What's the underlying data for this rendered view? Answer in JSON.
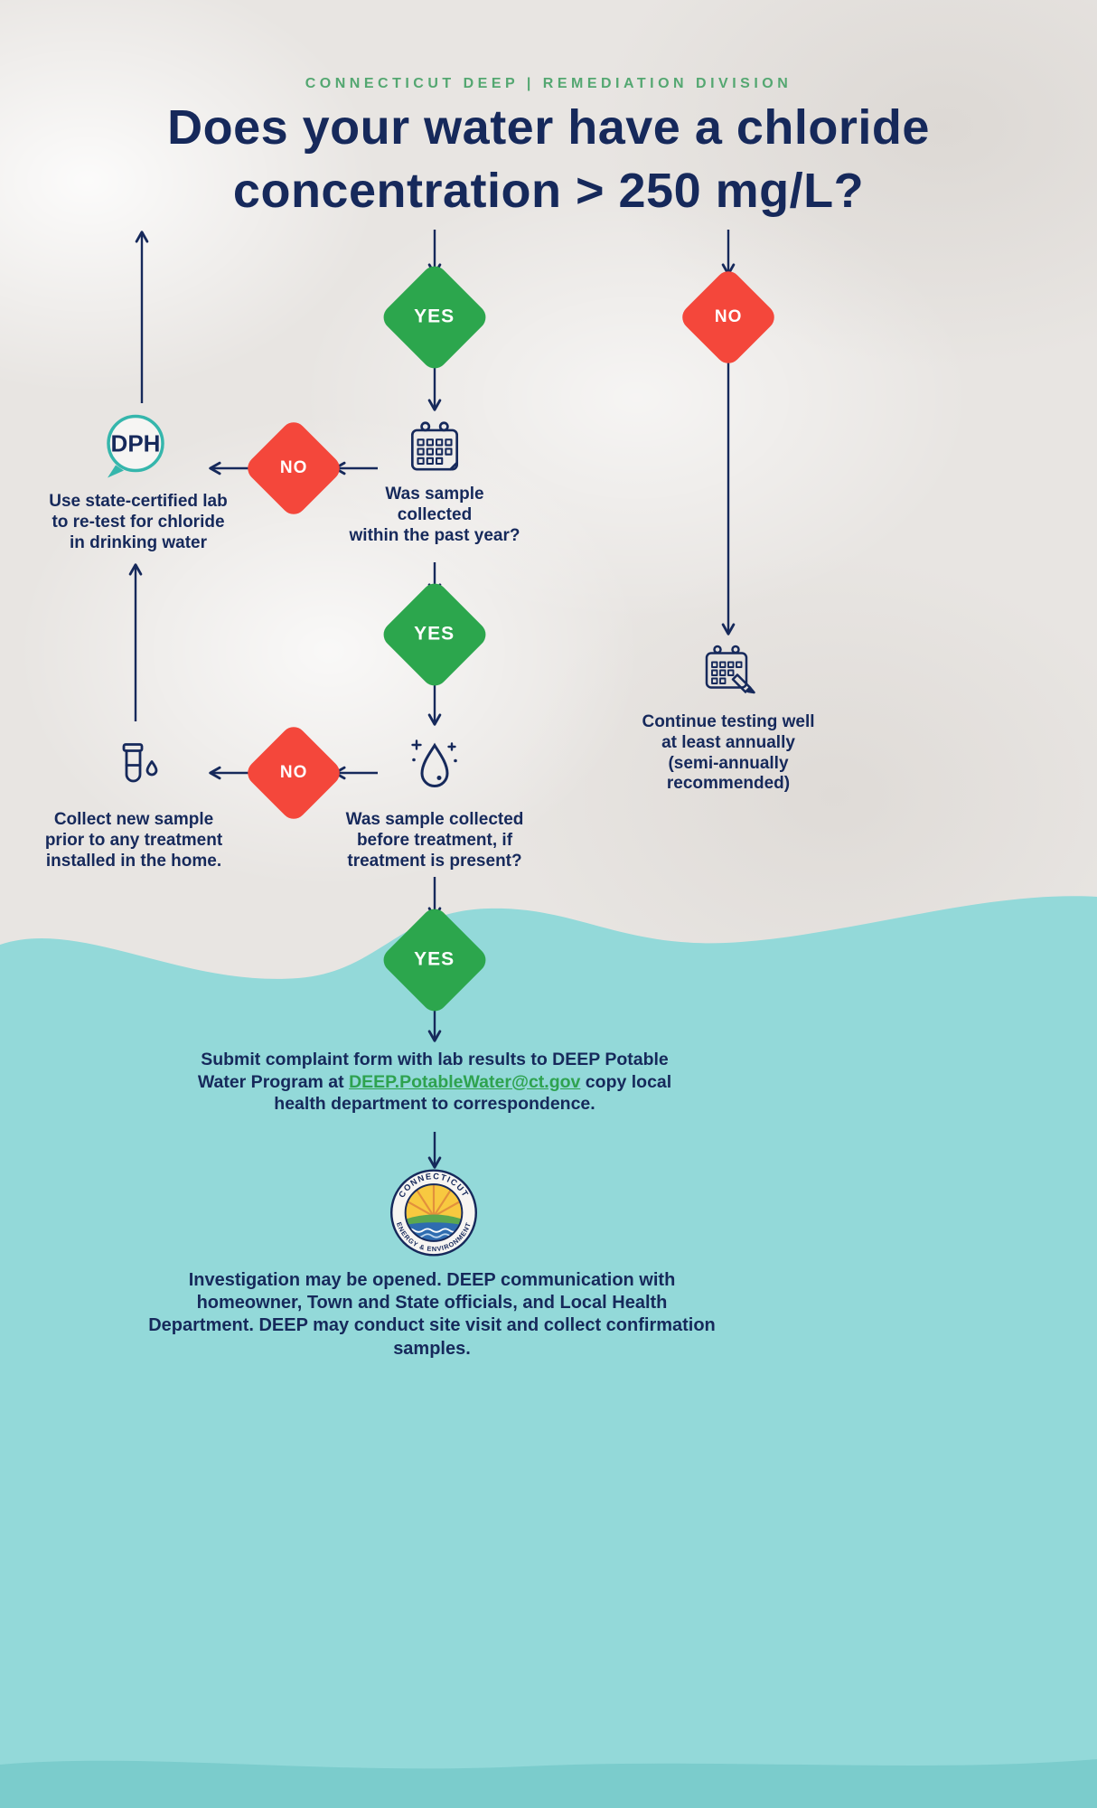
{
  "header": {
    "eyebrow": "CONNECTICUT DEEP | REMEDIATION DIVISION",
    "title": "Does your water have a chloride concentration > 250 mg/L?"
  },
  "decisions": {
    "yes1": "YES",
    "no_right": "NO",
    "no1": "NO",
    "yes2": "YES",
    "no2": "NO",
    "yes3": "YES"
  },
  "flow": {
    "q_past_year": "Was sample\ncollected\nwithin the past year?",
    "lab_retest": "Use state-certified lab\nto re-test for chloride\nin drinking water",
    "q_before_treatment": "Was sample collected\nbefore treatment, if\ntreatment is present?",
    "collect_new_sample": "Collect new sample\nprior to any treatment\ninstalled in the home.",
    "continue_testing": "Continue testing well\nat least annually\n(semi-annually\nrecommended)",
    "submit_pre": "Submit complaint form with lab results to DEEP Potable Water Program at ",
    "submit_link": "DEEP.PotableWater@ct.gov",
    "submit_post": " copy local health department to correspondence.",
    "investigation": "Investigation may be opened. DEEP communication with homeowner, Town and State officials, and Local Health Department. DEEP may conduct site visit and collect confirmation samples."
  },
  "logos": {
    "dph": "DPH",
    "deep_seal_top": "CONNECTICUT",
    "deep_seal_bottom": "ENERGY & ENVIRONMENT"
  },
  "colors": {
    "navy": "#16295b",
    "yes_green": "#2ca64d",
    "no_red": "#f4473b",
    "teal_background": "#93d9d9",
    "teal_band_bottom": "#7bcccc",
    "eyebrow_green": "#54a771",
    "link_green": "#2ea24f",
    "dph_teal": "#35b6ac"
  }
}
